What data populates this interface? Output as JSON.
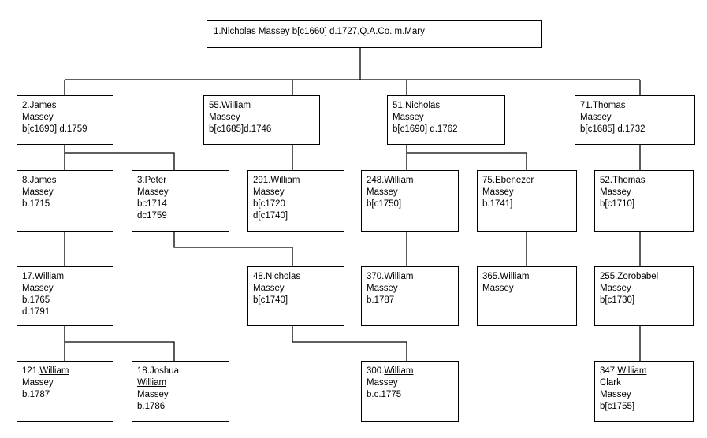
{
  "root": "1.Nicholas Massey b[c1660] d.1727,Q.A.Co. m.Mary",
  "people": [
    {
      "id": "p2",
      "lines": [
        {
          "t": "2.James"
        },
        {
          "t": "Massey"
        },
        {
          "t": "b[c1690] d.1759"
        }
      ]
    },
    {
      "id": "p55",
      "lines": [
        {
          "t": "55.",
          "u": "William"
        },
        {
          "t": "Massey"
        },
        {
          "t": "b[c1685]d.1746"
        }
      ]
    },
    {
      "id": "p51",
      "lines": [
        {
          "t": "51.Nicholas"
        },
        {
          "t": "Massey"
        },
        {
          "t": "b[c1690] d.1762"
        }
      ]
    },
    {
      "id": "p71",
      "lines": [
        {
          "t": "71.Thomas"
        },
        {
          "t": "Massey"
        },
        {
          "t": "b[c1685] d.1732"
        }
      ]
    },
    {
      "id": "p8",
      "lines": [
        {
          "t": "8.James"
        },
        {
          "t": "Massey"
        },
        {
          "t": " b.1715"
        }
      ]
    },
    {
      "id": "p3",
      "lines": [
        {
          "t": "3.Peter"
        },
        {
          "t": "Massey"
        },
        {
          "t": "bc1714"
        },
        {
          "t": "dc1759"
        }
      ]
    },
    {
      "id": "p291",
      "lines": [
        {
          "t": "291.",
          "u": "William"
        },
        {
          "t": "Massey"
        },
        {
          "t": "b[c1720"
        },
        {
          "t": "d[c1740]"
        }
      ]
    },
    {
      "id": "p248",
      "lines": [
        {
          "t": "248.",
          "u": "William"
        },
        {
          "t": " Massey"
        },
        {
          "t": "b[c1750]"
        }
      ]
    },
    {
      "id": "p75",
      "lines": [
        {
          "t": "75.Ebenezer"
        },
        {
          "t": "  Massey"
        },
        {
          "t": "   b.1741]"
        }
      ]
    },
    {
      "id": "p52",
      "lines": [
        {
          "t": "52.Thomas"
        },
        {
          "t": " Massey"
        },
        {
          "t": "  b[c1710]"
        }
      ]
    },
    {
      "id": "p17",
      "lines": [
        {
          "t": "17.",
          "u": "William"
        },
        {
          "t": "Massey"
        },
        {
          "t": " b.1765"
        },
        {
          "t": "d.1791"
        }
      ]
    },
    {
      "id": "p48",
      "lines": [
        {
          "t": "48.Nicholas"
        },
        {
          "t": "Massey"
        },
        {
          "t": "b[c1740]"
        }
      ]
    },
    {
      "id": "p370",
      "lines": [
        {
          "t": "370.",
          "u": "William"
        },
        {
          "t": "Massey"
        },
        {
          "t": " b.1787"
        }
      ]
    },
    {
      "id": "p365",
      "lines": [
        {
          "t": "365.",
          "u": "William"
        },
        {
          "t": "Massey"
        }
      ]
    },
    {
      "id": "p255",
      "lines": [
        {
          "t": "255.Zorobabel"
        },
        {
          "t": "Massey"
        },
        {
          "t": "b[c1730]"
        }
      ]
    },
    {
      "id": "p121",
      "lines": [
        {
          "t": "121.",
          "u": "William"
        },
        {
          "t": "Massey"
        },
        {
          "t": "b.1787"
        }
      ]
    },
    {
      "id": "p18",
      "lines": [
        {
          "t": "18.Joshua"
        },
        {
          "u": "William"
        },
        {
          "t": "Massey"
        },
        {
          "t": "b.1786"
        }
      ]
    },
    {
      "id": "p300",
      "lines": [
        {
          "t": "300.",
          "u": "William"
        },
        {
          "t": "Massey"
        },
        {
          "t": "b.c.1775"
        }
      ]
    },
    {
      "id": "p347",
      "lines": [
        {
          "t": "347.",
          "u": "William"
        },
        {
          "t": "Clark"
        },
        {
          "t": "Massey"
        },
        {
          "t": "b[c1755]"
        }
      ]
    }
  ]
}
